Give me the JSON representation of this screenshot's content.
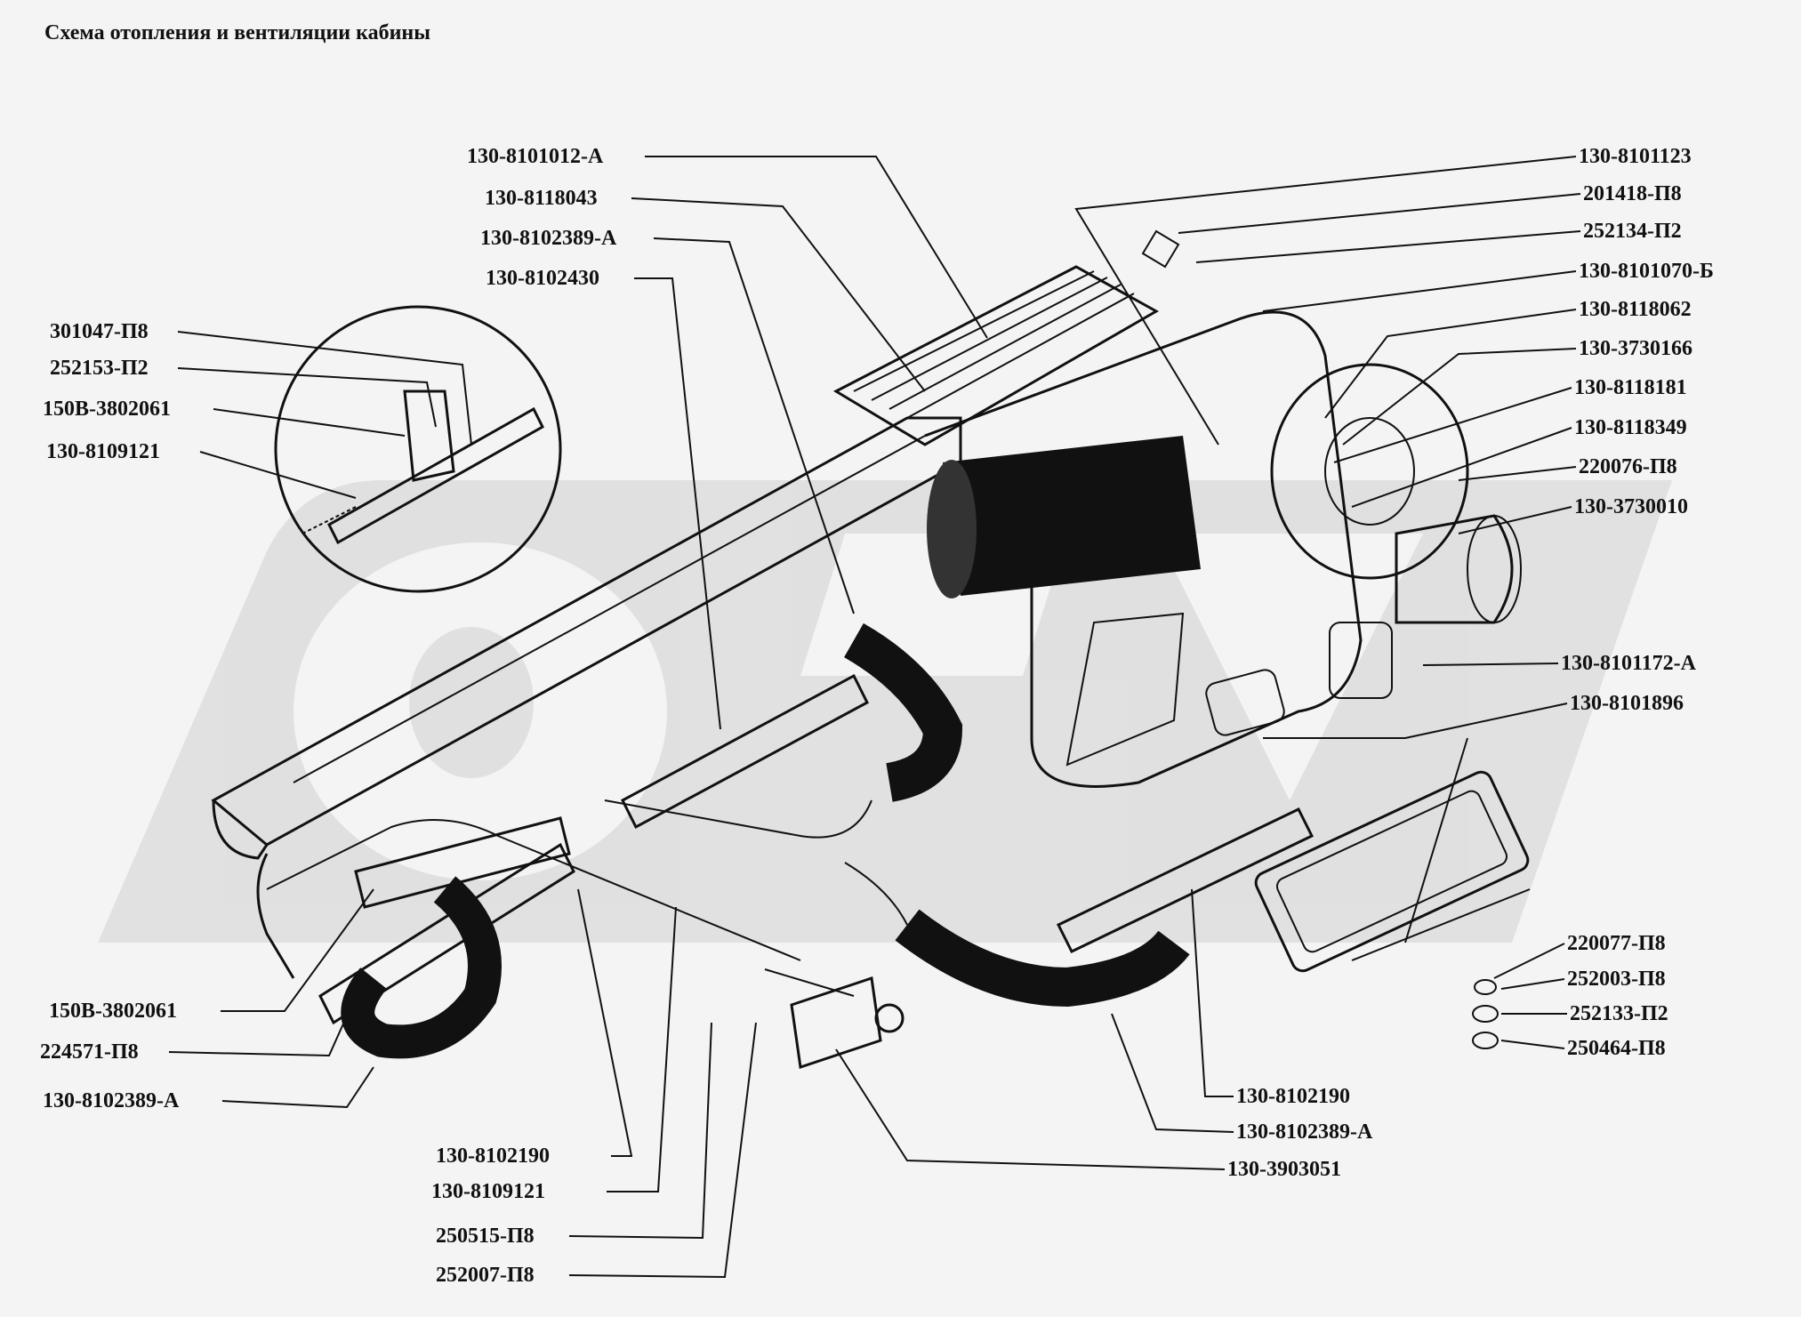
{
  "title": "Схема отопления и вентиляции кабины",
  "labels": {
    "l1": "130-8101012-А",
    "l2": "130-8118043",
    "l3": "130-8102389-А",
    "l4": "130-8102430",
    "l5": "301047-П8",
    "l6": "252153-П2",
    "l7": "150В-3802061",
    "l8": "130-8109121",
    "l9": "130-8101123",
    "l10": "201418-П8",
    "l11": "252134-П2",
    "l12": "130-8101070-Б",
    "l13": "130-8118062",
    "l14": "130-3730166",
    "l15": "130-8118181",
    "l16": "130-8118349",
    "l17": "220076-П8",
    "l18": "130-3730010",
    "l19": "130-8101172-А",
    "l20": "130-8101896",
    "l21": "220077-П8",
    "l22": "252003-П8",
    "l23": "252133-П2",
    "l24": "250464-П8",
    "l25": "150В-3802061",
    "l26": "224571-П8",
    "l27": "130-8102389-А",
    "l28": "130-8102190",
    "l29": "130-8109121",
    "l30": "250515-П8",
    "l31": "252007-П8",
    "l32": "130-8102190",
    "l33": "130-8102389-А",
    "l34": "130-3903051"
  }
}
